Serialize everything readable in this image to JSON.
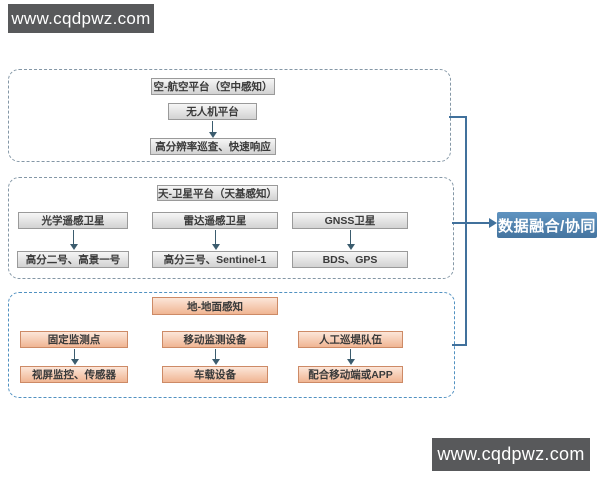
{
  "watermark": {
    "text": "www.cqdpwz.com",
    "bg_color": "#58595b"
  },
  "fusion": {
    "label": "数据融合/协同",
    "bg_color": "#4d7fae",
    "text_color": "#ffffff"
  },
  "colors": {
    "section_border_gray": "#8497a6",
    "section_border_blue": "#5191c1",
    "gray_node_border": "#9a9a9a",
    "salmon_node_border": "#cd8a66",
    "connector_line": "#41719c",
    "arrow": "#3b5c6e"
  },
  "sections": {
    "air": {
      "title": "空-航空平台（空中感知）",
      "nodes": {
        "uav": "无人机平台",
        "uav_out": "高分辨率巡查、快速响应"
      }
    },
    "satellite": {
      "title": "天-卫星平台（天基感知）",
      "nodes": {
        "optical": "光学遥感卫星",
        "optical_out": "高分二号、高景一号",
        "radar": "雷达遥感卫星",
        "radar_out": "高分三号、Sentinel-1",
        "gnss": "GNSS卫星",
        "gnss_out": "BDS、GPS"
      }
    },
    "ground": {
      "title": "地-地面感知",
      "nodes": {
        "fixed": "固定监测点",
        "fixed_out": "视屏监控、传感器",
        "mobile": "移动监测设备",
        "mobile_out": "车载设备",
        "patrol": "人工巡堤队伍",
        "patrol_out": "配合移动端或APP"
      }
    }
  }
}
